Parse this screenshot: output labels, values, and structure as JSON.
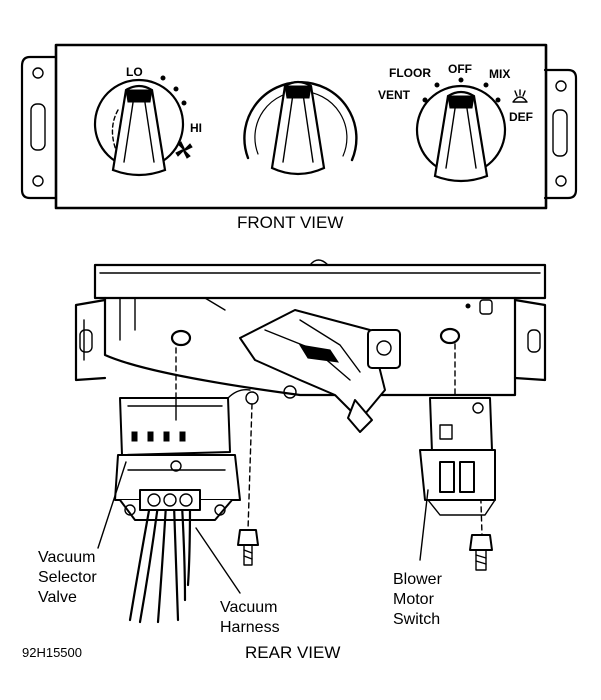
{
  "front_panel": {
    "left_knob": {
      "lo": "LO",
      "hi": "HI"
    },
    "right_knob": {
      "floor": "FLOOR",
      "off": "OFF",
      "mix": "MIX",
      "vent": "VENT",
      "def": "DEF"
    },
    "caption": "FRONT VIEW"
  },
  "rear_view": {
    "caption": "REAR VIEW",
    "callouts": {
      "vacuum_selector_valve": [
        "Vacuum",
        "Selector",
        "Valve"
      ],
      "vacuum_harness": [
        "Vacuum",
        "Harness"
      ],
      "blower_motor_switch": [
        "Blower",
        "Motor",
        "Switch"
      ]
    }
  },
  "figure_id": "92H15500",
  "icons": [
    "fan-icon",
    "defrost-icon"
  ]
}
